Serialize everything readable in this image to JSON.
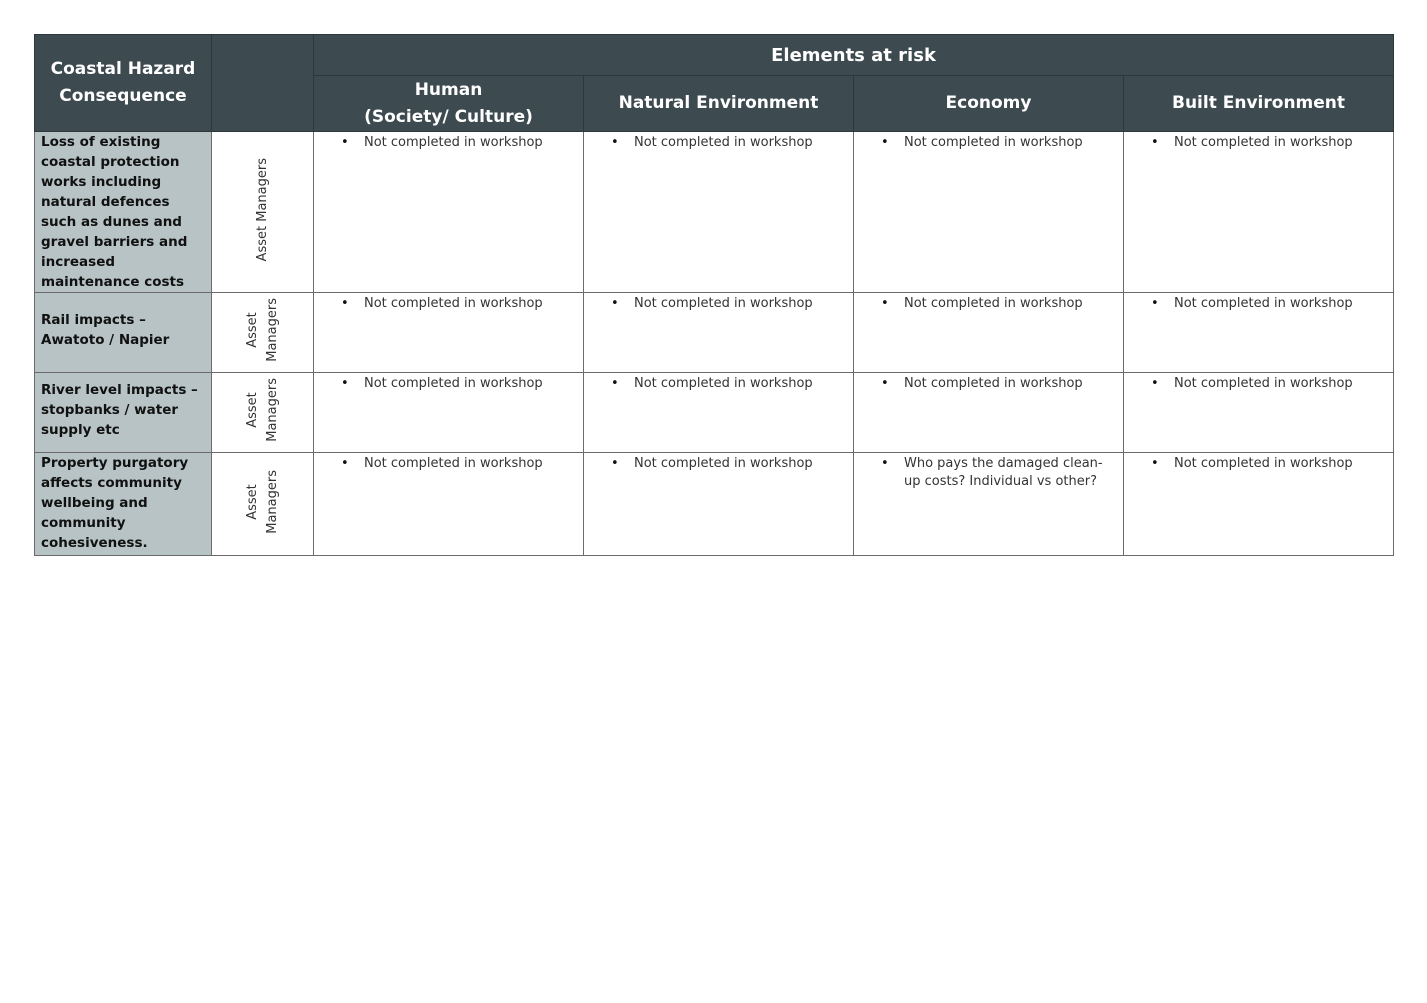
{
  "table": {
    "header": {
      "consequence_label": "Coastal Hazard\nConsequence",
      "owner_label": "",
      "group_label": "Elements at risk",
      "columns": [
        "Human\n(Society/ Culture)",
        "Natural Environment",
        "Economy",
        "Built Environment"
      ]
    },
    "rows": [
      {
        "consequence": "Loss of existing coastal protection works including natural defences such as dunes and gravel barriers and increased maintenance costs",
        "owner": "Asset Managers",
        "cells": [
          "Not completed in workshop",
          "Not completed in workshop",
          "Not completed in workshop",
          "Not completed in workshop"
        ]
      },
      {
        "consequence": "Rail impacts – Awatoto / Napier",
        "owner": "Asset\nManagers",
        "cells": [
          "Not completed in workshop",
          "Not completed in workshop",
          "Not completed in workshop",
          "Not completed in workshop"
        ]
      },
      {
        "consequence": "River level impacts – stopbanks / water supply etc",
        "owner": "Asset\nManagers",
        "cells": [
          "Not completed in workshop",
          "Not completed in workshop",
          "Not completed in workshop",
          "Not completed in workshop"
        ]
      },
      {
        "consequence": "Property purgatory affects community wellbeing and community cohesiveness.",
        "owner": "Asset\nManagers",
        "cells": [
          "Not completed in workshop",
          "Not completed in workshop",
          "Who pays the damaged clean-up costs? Individual vs other?",
          "Not completed in workshop"
        ]
      }
    ]
  },
  "colors": {
    "header_bg": "#3d4a50",
    "consequence_bg": "#b7c3c5",
    "border": "#6b6b6b"
  }
}
